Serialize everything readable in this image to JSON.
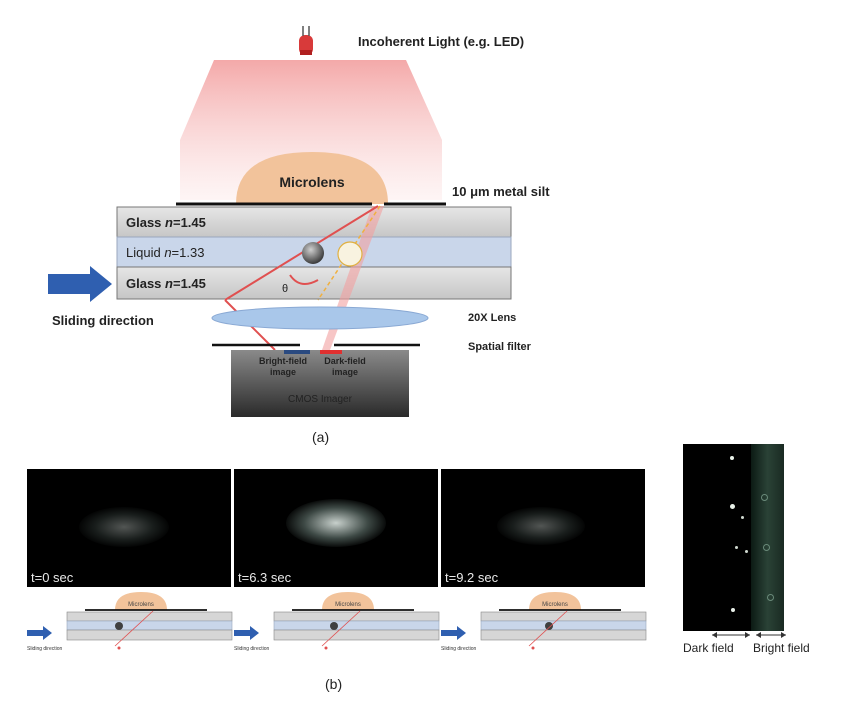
{
  "part_a": {
    "light_source_label": "Incoherent Light (e.g. LED)",
    "microlens_label": "Microlens",
    "slit_label": "10 μm metal silt",
    "glass_top": {
      "name": "Glass ",
      "n_symbol": "n",
      "value": "=1.45"
    },
    "liquid": {
      "name": "Liquid ",
      "n_symbol": "n",
      "value": "=1.33"
    },
    "glass_bottom": {
      "name": "Glass ",
      "n_symbol": "n",
      "value": "=1.45"
    },
    "sliding_label": "Sliding direction",
    "lens_label": "20X Lens",
    "filter_label": "Spatial filter",
    "bright_image": [
      "Bright-field",
      "image"
    ],
    "dark_image": [
      "Dark-field",
      "image"
    ],
    "cmos_label": "CMOS Imager",
    "angle_label": "θ",
    "caption": "(a)"
  },
  "part_b": {
    "panels": [
      {
        "time": "t=0 sec",
        "brightness": 0.35
      },
      {
        "time": "t=6.3 sec",
        "brightness": 0.85
      },
      {
        "time": "t=9.2 sec",
        "brightness": 0.35
      }
    ],
    "mini_diagram": {
      "microlens_label": "Microlens",
      "sliding_label": "Sliding direction"
    },
    "dark_field_label": "Dark field",
    "bright_field_label": "Bright field",
    "caption": "(b)"
  },
  "colors": {
    "glass": "#d9d9d9",
    "liquid": "#c9d6ea",
    "microlens": "#f4c8a3",
    "light_cone": "#f4a7a7",
    "lens": "#a9c7ea",
    "arrow": "#2f5fb0",
    "ray": "#e05050",
    "dark_label": "#e03030",
    "bright_label": "#2a4a80"
  }
}
